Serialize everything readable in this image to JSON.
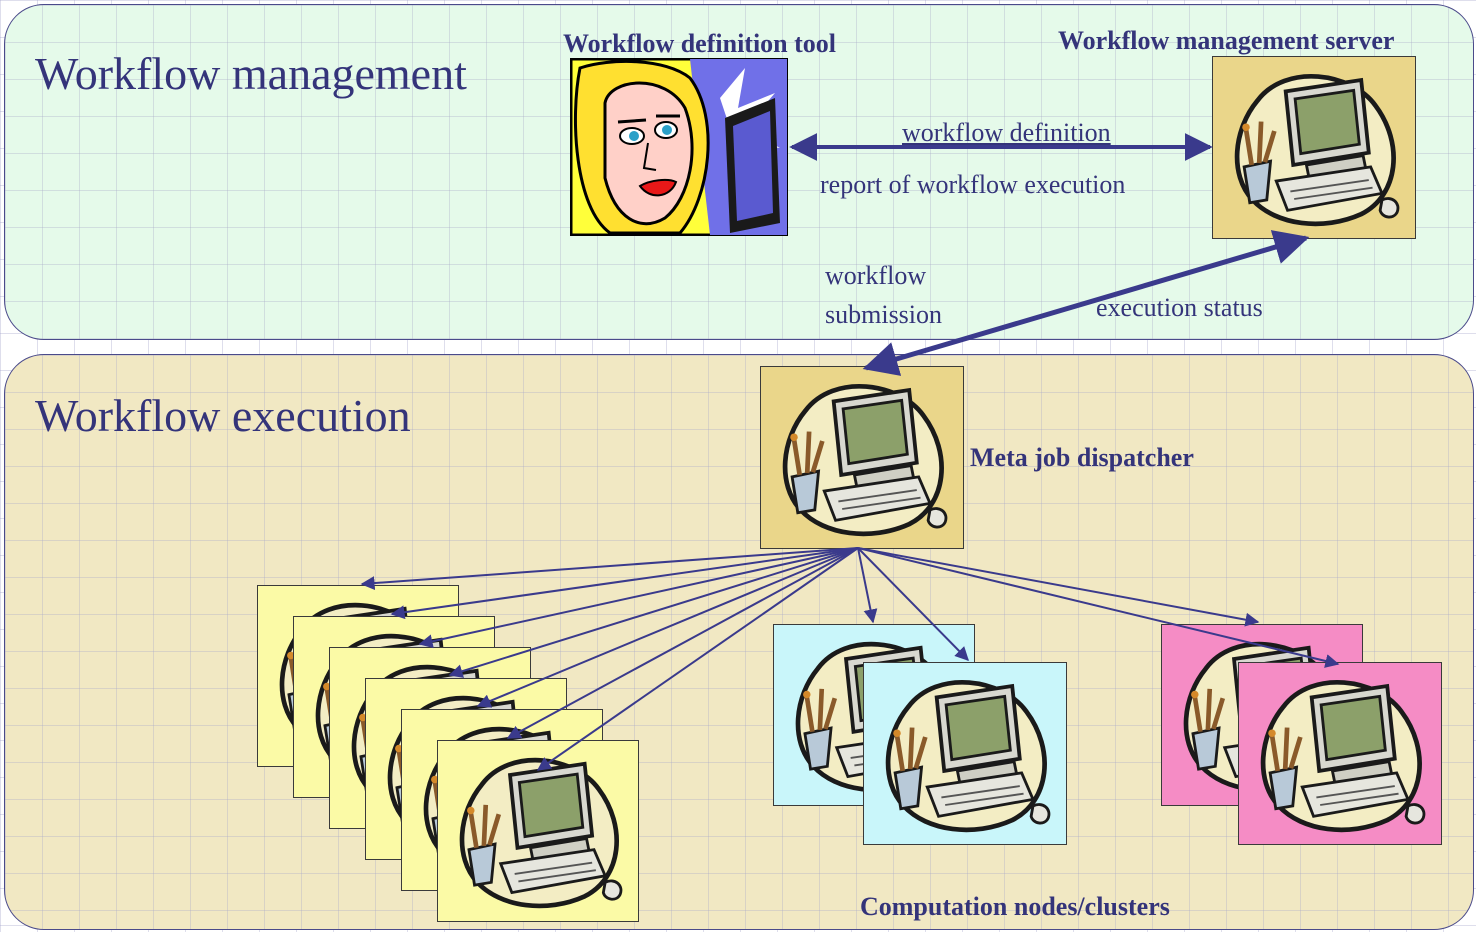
{
  "colors": {
    "management_panel": "#e5faea",
    "execution_panel": "#f1e8c3",
    "server_box": "#ead68a",
    "node_yellow": "#fbfaa6",
    "node_cyan": "#c9f6fa",
    "node_pink": "#f58cc5",
    "text": "#34347a",
    "arrow": "#3a3a8c"
  },
  "management": {
    "title": "Workflow management",
    "definition_tool_label": "Workflow definition tool",
    "server_label": "Workflow management server",
    "definition_tool_icon": "woman-at-computer-clipart",
    "server_icon": "computer-clipart"
  },
  "flows": {
    "workflow_definition": "workflow definition",
    "report_of_execution": "report of workflow execution",
    "workflow_submission_line1": "workflow",
    "workflow_submission_line2": "submission",
    "execution_status": "execution status"
  },
  "execution": {
    "title": "Workflow execution",
    "dispatcher_label": "Meta job dispatcher",
    "nodes_label": "Computation nodes/clusters",
    "node_icon": "computer-clipart",
    "clusters": [
      {
        "color_name": "yellow",
        "node_count": 6
      },
      {
        "color_name": "cyan",
        "node_count": 2
      },
      {
        "color_name": "pink",
        "node_count": 2
      }
    ]
  }
}
